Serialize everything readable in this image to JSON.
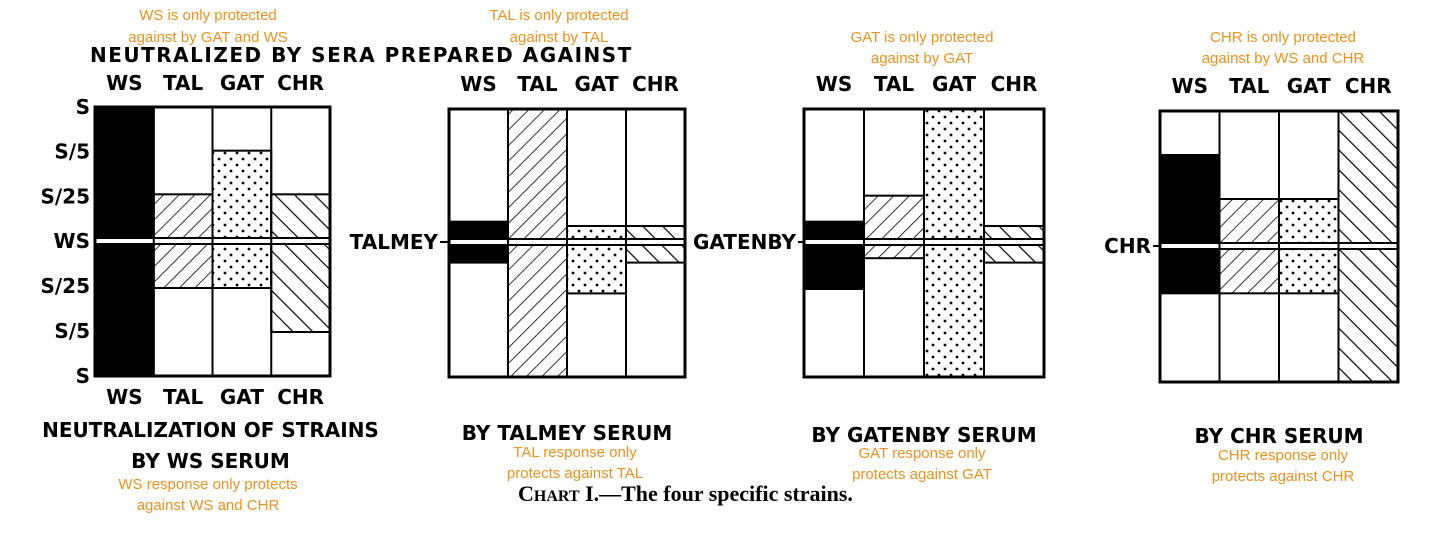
{
  "header_text": "NEUTRALIZED BY SERA PREPARED AGAINST",
  "caption": {
    "prefix": "C",
    "small": "HART",
    "rest": " I.—The four specific strains."
  },
  "y_tick_labels": [
    "S",
    "S/5",
    "S/25",
    "WS",
    "S/25",
    "S/5",
    "S"
  ],
  "colors": {
    "ink": "#000000",
    "annotation": "#f0901e",
    "background": "#ffffff"
  },
  "chart_data": [
    {
      "type": "bar",
      "description_label": "NEUTRALIZATION OF STRAINS",
      "caption_line2": "BY WS SERUM",
      "side_label": "",
      "categories": [
        "WS",
        "TAL",
        "GAT",
        "CHR"
      ],
      "bottom_categories": [
        "WS",
        "TAL",
        "GAT",
        "CHR"
      ],
      "y_ticks": [
        "S",
        "S/5",
        "S/25",
        "WS",
        "S/25",
        "S/5",
        "S"
      ],
      "upper_values": [
        3,
        1,
        2,
        1
      ],
      "lower_values": [
        3,
        1,
        1,
        2
      ],
      "patterns": [
        "solid",
        "hatch-fwd",
        "dots",
        "hatch-back"
      ],
      "note_top": [
        "WS is only protected",
        "against by GAT and WS"
      ],
      "note_bottom": [
        "WS response only protects",
        "against WS and CHR"
      ]
    },
    {
      "type": "bar",
      "description_label": "BY TALMEY SERUM",
      "side_label": "TALMEY",
      "categories": [
        "WS",
        "TAL",
        "GAT",
        "CHR"
      ],
      "upper_values": [
        0.4,
        3,
        0.3,
        0.3
      ],
      "lower_values": [
        0.4,
        3,
        1.1,
        0.4
      ],
      "patterns": [
        "solid",
        "hatch-fwd",
        "dots",
        "hatch-back"
      ],
      "note_top": [
        "TAL is only protected",
        "against by TAL"
      ],
      "note_bottom": [
        "TAL response only",
        "protects against TAL"
      ]
    },
    {
      "type": "bar",
      "description_label": "BY GATENBY SERUM",
      "side_label": "GATENBY",
      "categories": [
        "WS",
        "TAL",
        "GAT",
        "CHR"
      ],
      "upper_values": [
        0.4,
        1,
        3,
        0.3
      ],
      "lower_values": [
        1,
        0.3,
        3,
        0.4
      ],
      "patterns": [
        "solid",
        "hatch-fwd",
        "dots",
        "hatch-back"
      ],
      "note_top": [
        "GAT is only protected",
        "against by GAT"
      ],
      "note_bottom": [
        "GAT response only",
        "protects against GAT"
      ]
    },
    {
      "type": "bar",
      "description_label": "BY CHR SERUM",
      "side_label": "CHR",
      "categories": [
        "WS",
        "TAL",
        "GAT",
        "CHR"
      ],
      "upper_values": [
        2,
        1,
        1,
        3
      ],
      "lower_values": [
        1,
        1,
        1,
        3
      ],
      "patterns": [
        "solid",
        "hatch-fwd",
        "dots",
        "hatch-back"
      ],
      "note_top": [
        "CHR is only protected",
        "against by WS and CHR"
      ],
      "note_bottom": [
        "CHR response only",
        "protects against CHR"
      ]
    }
  ]
}
